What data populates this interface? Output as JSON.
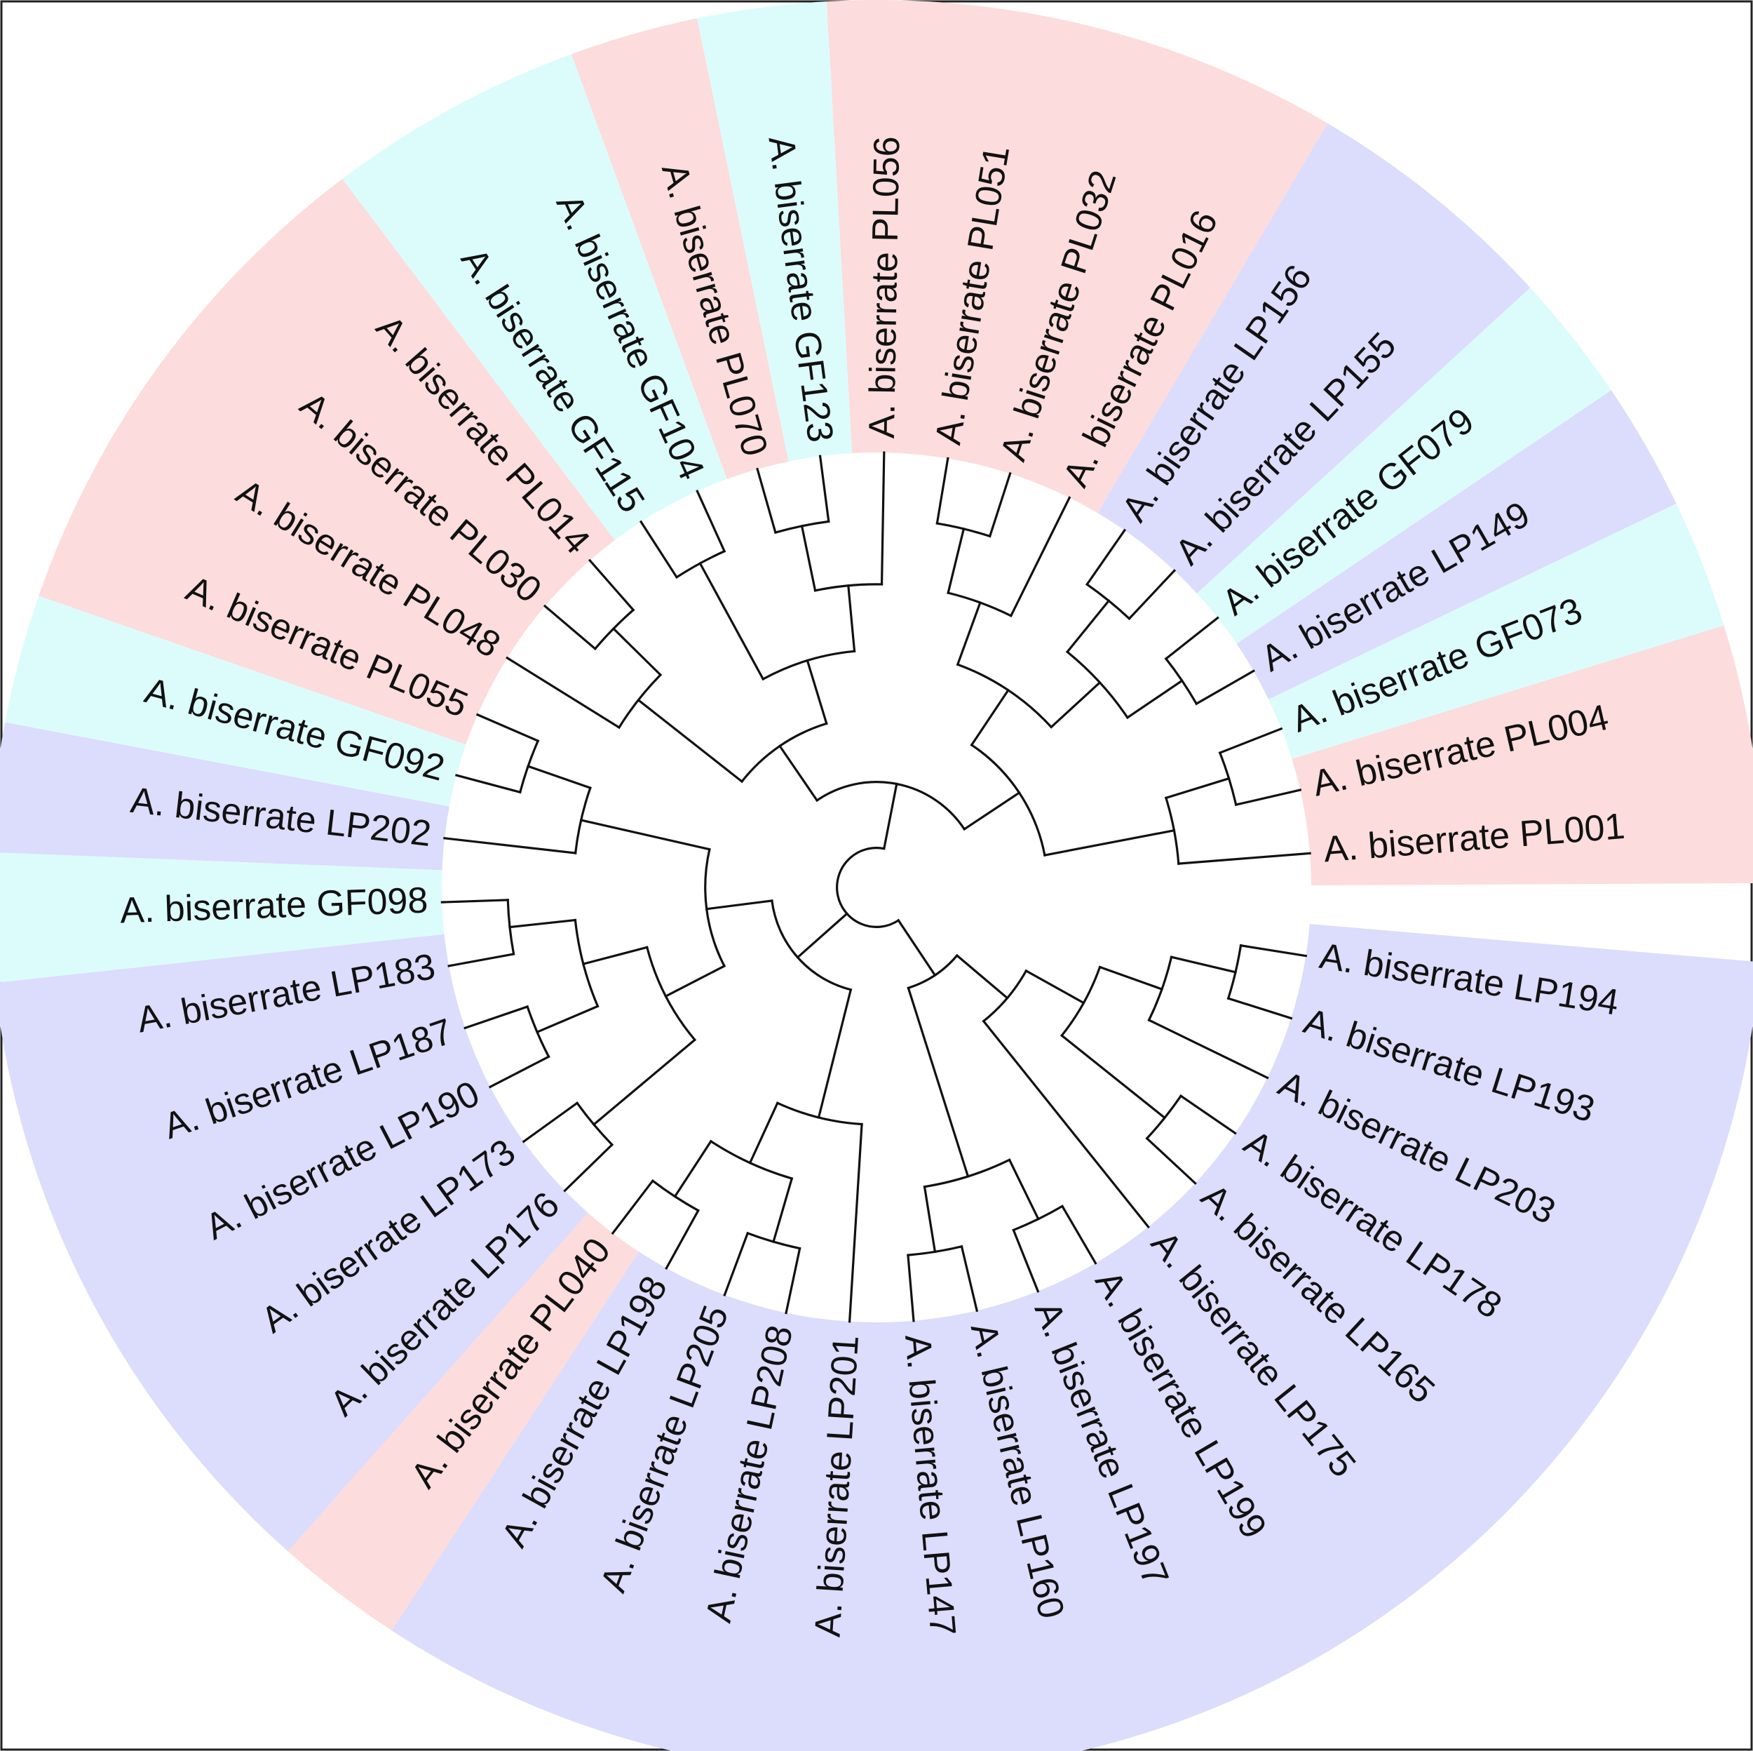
{
  "colors": {
    "LP": "#dcdcfc",
    "PL": "#fcdcdc",
    "GF": "#dcfcfc",
    "line": "#111111",
    "frame": "#222222"
  },
  "leaves": [
    {
      "label": "A. biserrate PL001",
      "group": "PL"
    },
    {
      "label": "A. biserrate PL004",
      "group": "PL"
    },
    {
      "label": "A. biserrate GF073",
      "group": "GF"
    },
    {
      "label": "A. biserrate LP149",
      "group": "LP"
    },
    {
      "label": "A. biserrate GF079",
      "group": "GF"
    },
    {
      "label": "A. biserrate LP155",
      "group": "LP"
    },
    {
      "label": "A. biserrate LP156",
      "group": "LP"
    },
    {
      "label": "A. biserrate PL016",
      "group": "PL"
    },
    {
      "label": "A. biserrate PL032",
      "group": "PL"
    },
    {
      "label": "A. biserrate PL051",
      "group": "PL"
    },
    {
      "label": "A. biserrate PL056",
      "group": "PL"
    },
    {
      "label": "A. biserrate GF123",
      "group": "GF"
    },
    {
      "label": "A. biserrate PL070",
      "group": "PL"
    },
    {
      "label": "A. biserrate GF104",
      "group": "GF"
    },
    {
      "label": "A. biserrate GF115",
      "group": "GF"
    },
    {
      "label": "A. biserrate PL014",
      "group": "PL"
    },
    {
      "label": "A. biserrate PL030",
      "group": "PL"
    },
    {
      "label": "A. biserrate PL048",
      "group": "PL"
    },
    {
      "label": "A. biserrate PL055",
      "group": "PL"
    },
    {
      "label": "A. biserrate GF092",
      "group": "GF"
    },
    {
      "label": "A. biserrate LP202",
      "group": "LP"
    },
    {
      "label": "A. biserrate GF098",
      "group": "GF"
    },
    {
      "label": "A. biserrate LP183",
      "group": "LP"
    },
    {
      "label": "A. biserrate LP187",
      "group": "LP"
    },
    {
      "label": "A. biserrate LP190",
      "group": "LP"
    },
    {
      "label": "A. biserrate LP173",
      "group": "LP"
    },
    {
      "label": "A. biserrate LP176",
      "group": "LP"
    },
    {
      "label": "A. biserrate PL040",
      "group": "PL"
    },
    {
      "label": "A. biserrate LP198",
      "group": "LP"
    },
    {
      "label": "A. biserrate LP205",
      "group": "LP"
    },
    {
      "label": "A. biserrate LP208",
      "group": "LP"
    },
    {
      "label": "A. biserrate LP201",
      "group": "LP"
    },
    {
      "label": "A. biserrate LP147",
      "group": "LP"
    },
    {
      "label": "A. biserrate LP160",
      "group": "LP"
    },
    {
      "label": "A. biserrate LP197",
      "group": "LP"
    },
    {
      "label": "A. biserrate LP199",
      "group": "LP"
    },
    {
      "label": "A. biserrate LP175",
      "group": "LP"
    },
    {
      "label": "A. biserrate LP165",
      "group": "LP"
    },
    {
      "label": "A. biserrate LP178",
      "group": "LP"
    },
    {
      "label": "A. biserrate LP203",
      "group": "LP"
    },
    {
      "label": "A. biserrate LP193",
      "group": "LP"
    },
    {
      "label": "A. biserrate LP194",
      "group": "LP"
    }
  ],
  "tree": [
    [
      [
        [
          0,
          [
            1,
            2
          ]
        ],
        [
          [
            [
              3,
              4
            ],
            [
              5,
              6
            ]
          ],
          [
            7,
            [
              8,
              9
            ]
          ]
        ]
      ],
      [
        [
          [
            10,
            [
              11,
              12
            ]
          ],
          [
            13,
            14
          ]
        ],
        [
          [
            15,
            16
          ],
          17
        ]
      ]
    ],
    [
      [
        [
          [
            18,
            19
          ],
          20
        ],
        [
          [
            [
              21,
              22
            ],
            [
              23,
              24
            ]
          ],
          [
            25,
            26
          ]
        ]
      ],
      [
        [
          [
            27,
            28
          ],
          [
            29,
            30
          ]
        ],
        31
      ]
    ],
    [
      [
        [
          32,
          33
        ],
        [
          34,
          35
        ]
      ],
      [
        36,
        [
          [
            37,
            38
          ],
          [
            39,
            [
              40,
              41
            ]
          ]
        ]
      ]
    ]
  ]
}
